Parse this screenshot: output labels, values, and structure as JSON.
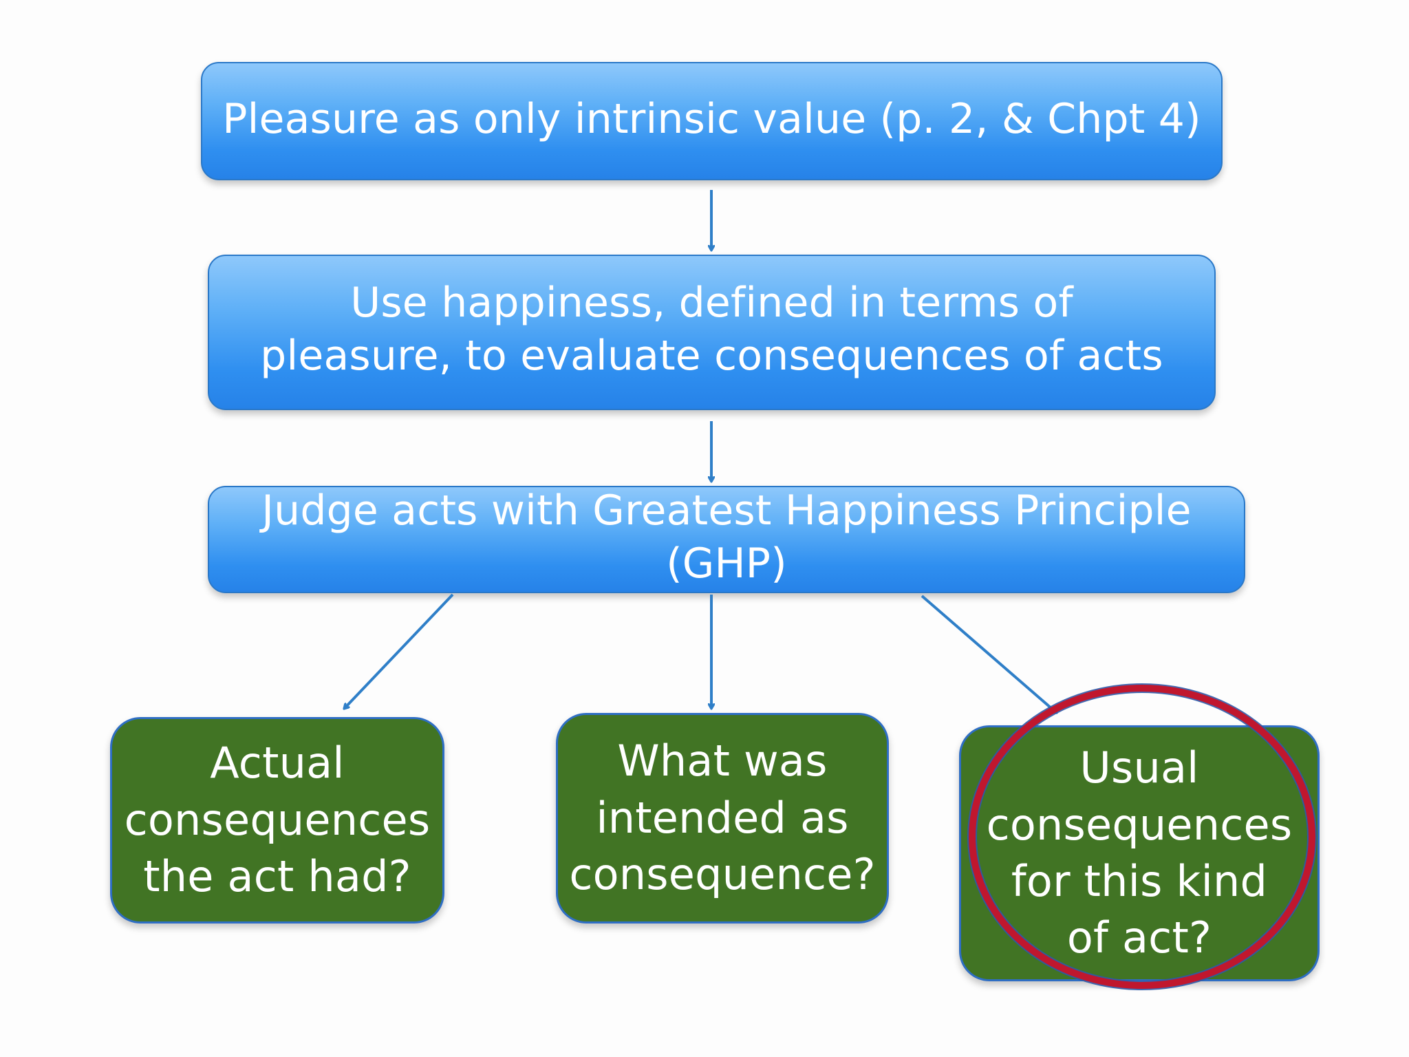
{
  "nodes": {
    "top": {
      "text": "Pleasure as only intrinsic value (p. 2, & Chpt 4)"
    },
    "second": {
      "text": "Use happiness, defined in terms of pleasure, to evaluate consequences of acts"
    },
    "third": {
      "text": "Judge acts with Greatest Happiness Principle (GHP)"
    },
    "left": {
      "text": "Actual consequences the act had?"
    },
    "middle": {
      "text": "What was intended as consequence?"
    },
    "right": {
      "text": "Usual consequences for this kind of act?"
    }
  },
  "colors": {
    "blue_box": "#3b96f0",
    "green_box": "#417424",
    "arrow": "#2f7fc8",
    "highlight_circle": "#c0172e"
  },
  "annotations": {
    "highlight": "circle around right node"
  }
}
